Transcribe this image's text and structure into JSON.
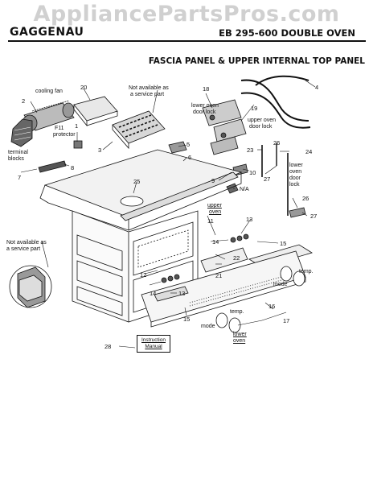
{
  "watermark": "AppliancePartsPros.com",
  "brand": "GAGGENAU",
  "model": "EB 295-600 DOUBLE OVEN",
  "section_title": "FASCIA PANEL & UPPER INTERNAL TOP PANEL",
  "labels": {
    "cooling_fan": "cooling fan",
    "not_available_1": "Not available as",
    "not_available_2": "a service part",
    "lower_oven_door_lock_1": "lower oven",
    "lower_oven_door_lock_2": "door lock",
    "upper_oven_door_lock_1": "upper oven",
    "upper_oven_door_lock_2": "door lock",
    "f11_protector_1": "F11",
    "f11_protector_2": "protector",
    "terminal_blocks_1": "terminal",
    "terminal_blocks_2": "blocks",
    "na": "N/A",
    "lower_oven_door_lock_right_1": "lower",
    "lower_oven_door_lock_right_2": "oven",
    "lower_oven_door_lock_right_3": "door",
    "lower_oven_door_lock_right_4": "lock",
    "upper_oven_1": "upper",
    "upper_oven_2": "oven",
    "not_available_left_1": "Not available as",
    "not_available_left_2": "a service part",
    "mode_1": "mode",
    "temp_1": "temp.",
    "temp_2": "temp.",
    "mode_2": "mode",
    "lower_oven_1": "lower",
    "lower_oven_2": "oven",
    "instruction_manual_1": "Instruction",
    "instruction_manual_2": "Manual"
  },
  "part_numbers": {
    "p1": "1",
    "p2": "2",
    "p3": "3",
    "p4": "4",
    "p5": "5",
    "p6": "6",
    "p7": "7",
    "p8": "8",
    "p9": "9",
    "p10": "10",
    "p11": "11",
    "p12": "12",
    "p13a": "13",
    "p13b": "13",
    "p14a": "14",
    "p14b": "14",
    "p15a": "15",
    "p15b": "15",
    "p16": "16",
    "p17": "17",
    "p18": "18",
    "p19": "19",
    "p20": "20",
    "p21": "21",
    "p22": "22",
    "p23": "23",
    "p24": "24",
    "p25": "25",
    "p26a": "26",
    "p26b": "26",
    "p27a": "27",
    "p27b": "27",
    "p28": "28"
  }
}
